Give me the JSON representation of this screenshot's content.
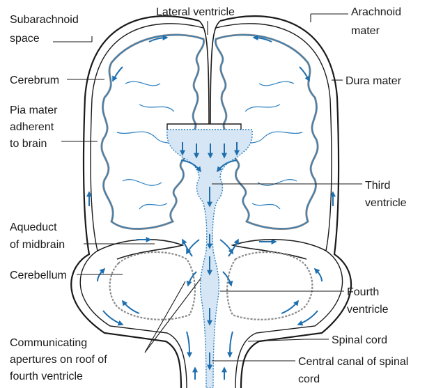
{
  "colors": {
    "outline": "#1a1a1a",
    "pia": "#2a7fc0",
    "gyri": "#8a8a8a",
    "csf_fill": "#d6e6f4",
    "arrow": "#1f6fae"
  },
  "labels": {
    "subarachnoid_l1": "Subarachnoid",
    "subarachnoid_l2": "space",
    "lateral_ventricle": "Lateral ventricle",
    "arachnoid_l1": "Arachnoid",
    "arachnoid_l2": "mater",
    "cerebrum": "Cerebrum",
    "dura": "Dura mater",
    "pia_l1": "Pia mater",
    "pia_l2": "adherent",
    "pia_l3": "to brain",
    "third_l1": "Third",
    "third_l2": "ventricle",
    "aqueduct_l1": "Aqueduct",
    "aqueduct_l2": "of midbrain",
    "cerebellum": "Cerebellum",
    "fourth_l1": "Fourth",
    "fourth_l2": "ventricle",
    "spinal_cord": "Spinal cord",
    "communicating_l1": "Communicating",
    "communicating_l2": "apertures on roof of",
    "communicating_l3": "fourth ventricle",
    "central_canal_l1": "Central canal of spinal",
    "central_canal_l2": "cord"
  }
}
